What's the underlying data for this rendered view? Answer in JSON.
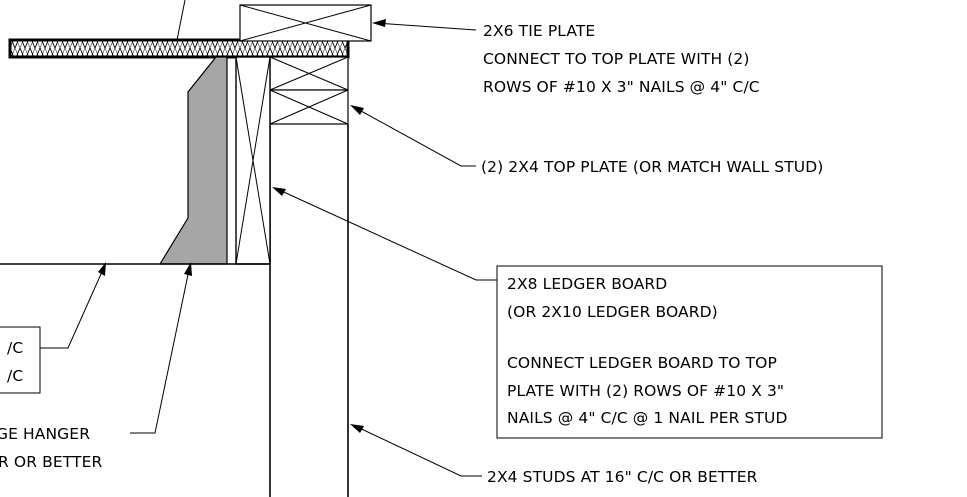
{
  "callouts": {
    "tie_plate": {
      "line1": "2X6 TIE PLATE",
      "line2": "CONNECT TO TOP PLATE WITH (2)",
      "line3": "ROWS OF #10 X 3\" NAILS @ 4\" C/C"
    },
    "top_plate": {
      "line1": "(2) 2X4 TOP PLATE (OR MATCH WALL STUD)"
    },
    "ledger_board": {
      "line1": "2X8 LEDGER BOARD",
      "line2": "(OR 2X10 LEDGER BOARD)",
      "line3": "CONNECT LEDGER BOARD TO TOP",
      "line4": "PLATE WITH (2) ROWS OF #10 X 3\"",
      "line5": "NAILS @ 4\" C/C @ 1 NAIL PER STUD"
    },
    "studs": {
      "line1": "2X4 STUDS AT 16\" C/C OR BETTER"
    },
    "left_joist": {
      "line1": "/C",
      "line2": "/C"
    },
    "left_hanger": {
      "line1": "GE HANGER",
      "line2": "R OR BETTER"
    }
  },
  "colors": {
    "line": "#000000",
    "hanger_fill": "#a6a6a6",
    "background": "#ffffff"
  }
}
